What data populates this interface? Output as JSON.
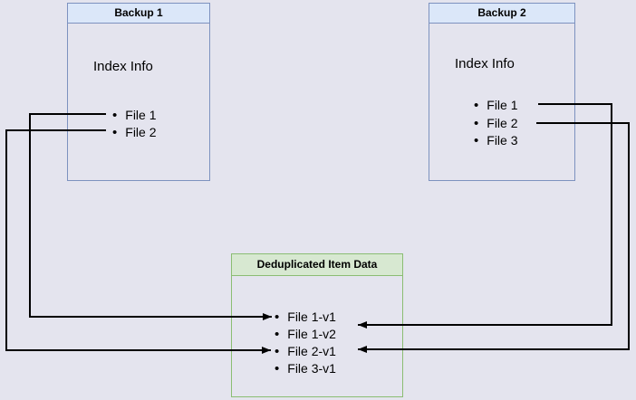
{
  "diagram": {
    "background_color": "#e4e4ee",
    "arrow_color": "#000000",
    "backup1": {
      "title": "Backup 1",
      "section_label": "Index Info",
      "items": [
        "File 1",
        "File 2"
      ],
      "header_fill": "#dbe7f9",
      "border_color": "#7d92bf"
    },
    "backup2": {
      "title": "Backup 2",
      "section_label": "Index Info",
      "items": [
        "File 1",
        "File 2",
        "File 3"
      ],
      "header_fill": "#dbe7f9",
      "border_color": "#7d92bf"
    },
    "dedup": {
      "title": "Deduplicated Item Data",
      "items": [
        "File 1-v1",
        "File 1-v2",
        "File 2-v1",
        "File 3-v1"
      ],
      "header_fill": "#d7e8d1",
      "border_color": "#8bbd73"
    },
    "connections": [
      {
        "from": "Backup 1 / File 1",
        "to": "File 1-v1"
      },
      {
        "from": "Backup 1 / File 2",
        "to": "File 2-v1"
      },
      {
        "from": "Backup 2 / File 1",
        "to": "File 1-v2"
      },
      {
        "from": "Backup 2 / File 2",
        "to": "File 2-v1"
      }
    ]
  }
}
